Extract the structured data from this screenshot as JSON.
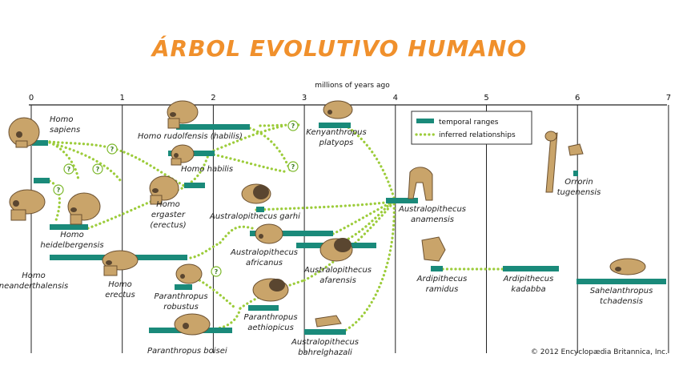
{
  "title": "ÁRBOL EVOLUTIVO HUMANO",
  "axis": {
    "label": "millions of years ago",
    "ticks": [
      "0",
      "1",
      "2",
      "3",
      "4",
      "5",
      "6",
      "7"
    ]
  },
  "legend": {
    "ranges": "temporal ranges",
    "inferred": "inferred relationships"
  },
  "species": {
    "homo_sapiens": "Homo sapiens",
    "homo_neanderthalensis": "Homo neanderthalensis",
    "homo_heidelbergensis": "Homo heidelbergensis",
    "homo_erectus": "Homo erectus",
    "homo_ergaster": "Homo ergaster (erectus)",
    "homo_rudolfensis": "Homo rudolfensis (habilis)",
    "homo_habilis": "Homo habilis",
    "kenyanthropus": "Kenyanthropus platyops",
    "au_garhi": "Australopithecus garhi",
    "au_africanus": "Australopithecus africanus",
    "au_afarensis": "Australopithecus afarensis",
    "au_anamensis": "Australopithecus anamensis",
    "au_bahrelghazali": "Australopithecus bahrelghazali",
    "p_robustus": "Paranthropus robustus",
    "p_aethiopicus": "Paranthropus aethiopicus",
    "p_boisei": "Paranthropus boisei",
    "ardi_ramidus": "Ardipithecus ramidus",
    "ardi_kadabba": "Ardipithecus kadabba",
    "orrorin": "Orrorin tugenensis",
    "sahelanthropus": "Sahelanthropus tchadensis"
  },
  "question_mark": "?",
  "copyright": "© 2012 Encyclopædia Britannica, Inc.",
  "colors": {
    "title": "#f0902c",
    "range_bar": "#1a8a7a",
    "inferred_dots": "#9ccc3a"
  }
}
